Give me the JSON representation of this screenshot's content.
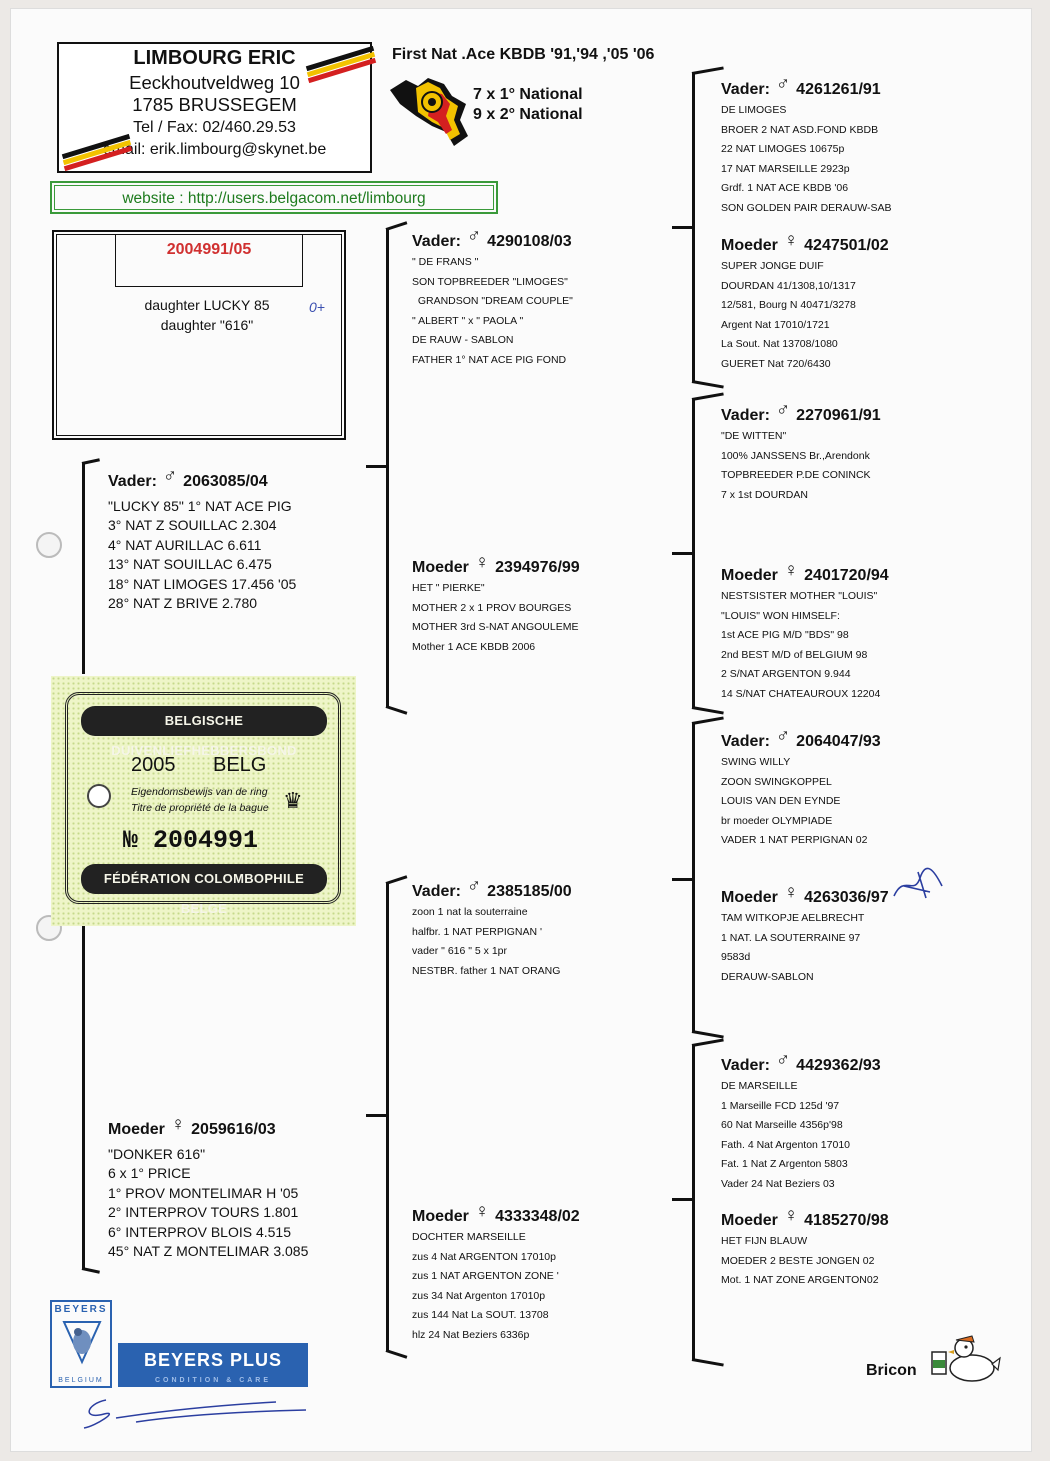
{
  "breeder": {
    "name": "LIMBOURG ERIC",
    "street": "Eeckhoutveldweg 10",
    "city": "1785 BRUSSEGEM",
    "phone": "Tel / Fax:  02/460.29.53",
    "email": "email: erik.limbourg@skynet.be"
  },
  "website": "website : http://users.belgacom.net/limbourg",
  "headline": "First Nat .Ace KBDB '91,'94 ,'05 '06",
  "national": [
    "7 x 1° National",
    "9 x 2° National"
  ],
  "subject": {
    "ring": "2004991/05",
    "lines": [
      "daughter LUCKY 85",
      "daughter \"616\""
    ],
    "note": "0+"
  },
  "symbols": {
    "male": "♂",
    "female": "♀"
  },
  "sire": {
    "role": "Vader:",
    "ring": "2063085/04",
    "lines": [
      "\"LUCKY 85\" 1° NAT ACE PIG",
      "3° NAT Z SOUILLAC 2.304",
      "4° NAT AURILLAC 6.611",
      "13° NAT SOUILLAC 6.475",
      "18° NAT LIMOGES 17.456 '05",
      "28° NAT Z BRIVE 2.780"
    ]
  },
  "dam": {
    "role": "Moeder",
    "ring": "2059616/03",
    "lines": [
      "\"DONKER 616\"",
      "6 x 1° PRICE",
      "1° PROV MONTELIMAR H '05",
      "2° INTERPROV TOURS 1.801",
      "6° INTERPROV BLOIS 4.515",
      "45° NAT Z MONTELIMAR 3.085"
    ]
  },
  "ss": {
    "role": "Vader:",
    "ring": "4290108/03",
    "lines": [
      "\" DE FRANS \"",
      "SON TOPBREEDER \"LIMOGES\"",
      "  GRANDSON \"DREAM COUPLE\"",
      "\" ALBERT \" x \" PAOLA \"",
      "DE RAUW - SABLON",
      "FATHER 1° NAT ACE PIG FOND"
    ]
  },
  "sd": {
    "role": "Moeder",
    "ring": "2394976/99",
    "lines": [
      "HET \" PIERKE\"",
      "MOTHER 2 x 1 PROV BOURGES",
      "MOTHER 3rd S-NAT ANGOULEME",
      "Mother 1 ACE KBDB 2006"
    ]
  },
  "ds": {
    "role": "Vader:",
    "ring": "2385185/00",
    "lines": [
      "zoon 1 nat la souterraine",
      "halfbr. 1 NAT PERPIGNAN '",
      "vader \" 616 \" 5 x 1pr",
      "NESTBR. father 1 NAT ORANG"
    ]
  },
  "dd": {
    "role": "Moeder",
    "ring": "4333348/02",
    "lines": [
      "DOCHTER MARSEILLE",
      "zus 4 Nat ARGENTON 17010p",
      "zus 1 NAT ARGENTON  ZONE '",
      "zus 34 Nat Argenton 17010p",
      "zus 144 Nat La SOUT. 13708",
      "hlz 24 Nat Beziers 6336p"
    ]
  },
  "sss": {
    "role": "Vader:",
    "ring": "4261261/91",
    "lines": [
      "DE LIMOGES",
      "BROER 2 NAT ASD.FOND KBDB",
      "22 NAT LIMOGES 10675p",
      "17 NAT  MARSEILLE 2923p",
      "Grdf. 1 NAT ACE KBDB '06",
      "SON GOLDEN PAIR DERAUW-SAB"
    ]
  },
  "ssd": {
    "role": "Moeder",
    "ring": "4247501/02",
    "lines": [
      "SUPER JONGE DUIF",
      "DOURDAN 41/1308,10/1317",
      "12/581, Bourg N 40471/3278",
      "Argent Nat 17010/1721",
      "La Sout. Nat 13708/1080",
      "GUERET Nat 720/6430"
    ]
  },
  "sds": {
    "role": "Vader:",
    "ring": "2270961/91",
    "lines": [
      "\"DE WITTEN\"",
      "100% JANSSENS Br.,Arendonk",
      "TOPBREEDER P.DE CONINCK",
      "7 x 1st DOURDAN"
    ]
  },
  "sdd": {
    "role": "Moeder",
    "ring": "2401720/94",
    "lines": [
      "NESTSISTER MOTHER \"LOUIS\"",
      "\"LOUIS\" WON HIMSELF:",
      "1st ACE PIG M/D \"BDS\" 98",
      "2nd BEST M/D of BELGIUM 98",
      "2 S/NAT ARGENTON 9.944",
      "14 S/NAT CHATEAUROUX 12204"
    ]
  },
  "dss": {
    "role": "Vader:",
    "ring": "2064047/93",
    "lines": [
      "SWING WILLY",
      "ZOON SWINGKOPPEL",
      "LOUIS VAN DEN EYNDE",
      "br moeder OLYMPIADE",
      "VADER 1 NAT PERPIGNAN 02"
    ]
  },
  "dsd": {
    "role": "Moeder",
    "ring": "4263036/97",
    "lines": [
      "TAM WITKOPJE AELBRECHT",
      "1 NAT. LA SOUTERRAINE 97",
      "9583d",
      "DERAUW-SABLON"
    ]
  },
  "dds": {
    "role": "Vader:",
    "ring": "4429362/93",
    "lines": [
      "DE MARSEILLE",
      "1 Marseille FCD 125d '97",
      "60 Nat Marseille 4356p'98",
      "Fath. 4 Nat Argenton 17010",
      "Fat. 1 Nat Z Argenton 5803",
      "Vader 24 Nat Beziers 03"
    ]
  },
  "ddd": {
    "role": "Moeder",
    "ring": "4185270/98",
    "lines": [
      "HET FIJN BLAUW",
      "MOEDER 2 BESTE JONGEN 02",
      "Mot. 1 NAT ZONE ARGENTON02"
    ]
  },
  "certificate": {
    "top_band": "BELGISCHE DUIVENLIEFHEBBERSBOND",
    "year": "2005",
    "country": "BELG",
    "line1": "Eigendomsbewijs van de ring",
    "line2": "Titre de propriété de la bague",
    "number": "№ 2004991",
    "bottom_band": "FÉDÉRATION COLOMBOPHILE BELGE"
  },
  "logos": {
    "beyers_top": "BEYERS",
    "beyers_bottom": "BELGIUM",
    "beyers_plus": "BEYERS PLUS",
    "beyers_plus_sub": "CONDITION & CARE",
    "bricon": "Bricon"
  },
  "colors": {
    "ring_red": "#d03030",
    "website_green": "#1e7b1e",
    "beyers_blue": "#2a62b0"
  }
}
